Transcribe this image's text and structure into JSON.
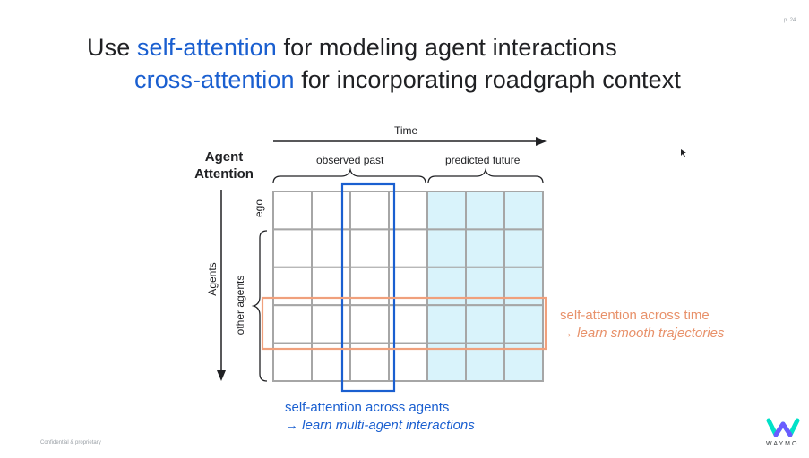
{
  "slide": {
    "page_number": "p. 24",
    "title_line1_highlight": "Use ",
    "title_line1_term": "self-attention",
    "title_line1_rest": " for modeling agent interactions",
    "title_line2_term": "cross-attention",
    "title_line2_rest": " for incorporating roadgraph context",
    "footer": "Confidential & proprietary"
  },
  "diagram": {
    "time_label": "Time",
    "agent_attention": "Agent\nAttention",
    "observed_past": "observed past",
    "predicted_future": "predicted future",
    "agents_label": "Agents",
    "ego_label": "ego",
    "other_agents_label": "other agents",
    "grid": {
      "rows": 5,
      "columns": 7,
      "observed_columns": 4,
      "predicted_columns": 3
    },
    "colors": {
      "grid_line": "#a6a6a6",
      "future_fill": "#d9f3fb",
      "blue_highlight": "#1a5fd0",
      "orange_highlight": "#f0a07c"
    },
    "time_caption_line1": "self-attention across time",
    "time_caption_line2": "→ learn smooth trajectories",
    "agents_caption_line1": "self-attention across agents",
    "agents_caption_line2": "→ learn multi-agent interactions"
  },
  "logo": {
    "icon": "waymo-logo-icon",
    "wordmark": "WAYMO",
    "colors": [
      "#00e1c8",
      "#6a5cff"
    ]
  }
}
